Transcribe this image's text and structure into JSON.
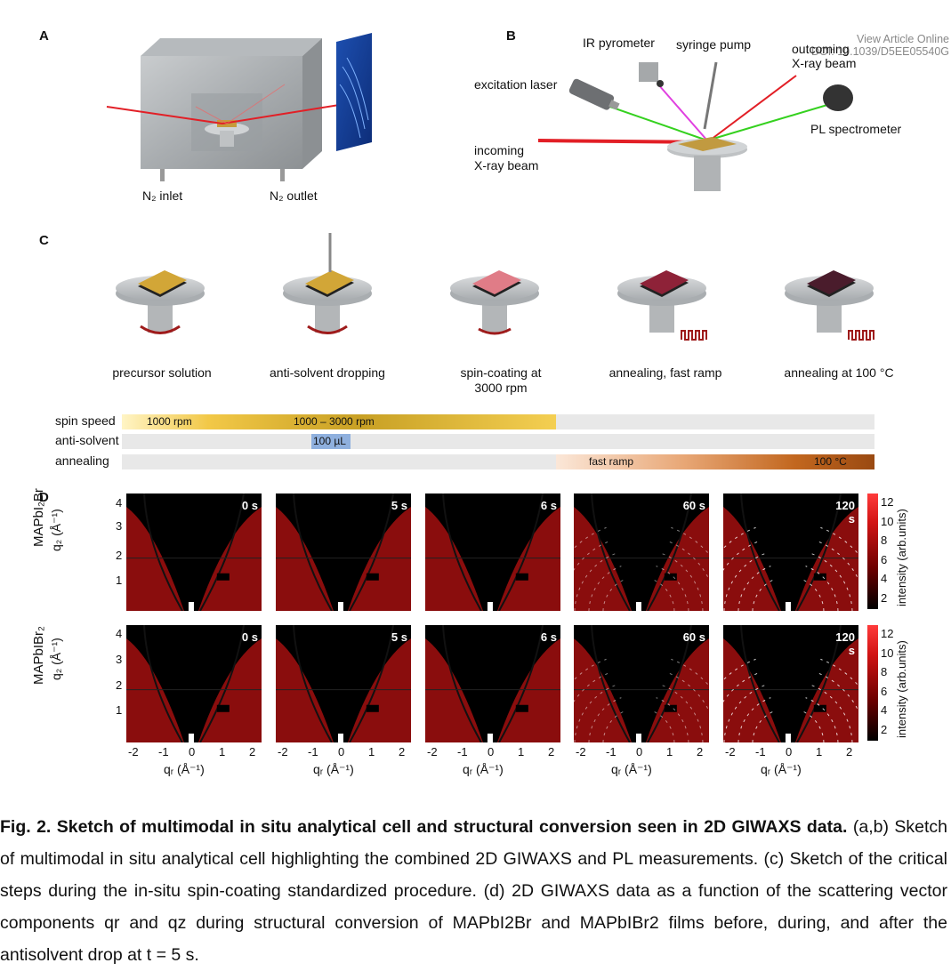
{
  "header": {
    "view_article": "View Article Online",
    "doi": "DOI: 10.1039/D5EE05540G"
  },
  "panel_a": {
    "letter": "A",
    "inlet": "N₂ inlet",
    "outlet": "N₂ outlet"
  },
  "panel_b": {
    "letter": "B",
    "ir_pyrometer": "IR pyrometer",
    "syringe_pump": "syringe pump",
    "outcoming": "outcoming",
    "xray_beam_out": "X-ray beam",
    "excitation_laser": "excitation laser",
    "incoming": "incoming",
    "xray_beam_in": "X-ray beam",
    "pl_spectrometer": "PL spectrometer"
  },
  "panel_c": {
    "letter": "C",
    "stages": [
      {
        "line1": "precursor solution",
        "line2": ""
      },
      {
        "line1": "anti-solvent dropping",
        "line2": ""
      },
      {
        "line1": "spin-coating at",
        "line2": "3000 rpm"
      },
      {
        "line1": "annealing, fast ramp",
        "line2": ""
      },
      {
        "line1": "annealing at 100 °C",
        "line2": ""
      }
    ],
    "rows": {
      "spin_speed": "spin speed",
      "anti_solvent": "anti-solvent",
      "annealing": "annealing"
    },
    "bar_text": {
      "rpm_1000": "1000 rpm",
      "rpm_range": "1000 – 3000 rpm",
      "volume": "100 µL",
      "fast_ramp": "fast ramp",
      "temp": "100 °C"
    }
  },
  "panel_d": {
    "letter": "D",
    "row_labels": [
      "MAPbI₂Br",
      "MAPbIBr₂"
    ],
    "times": [
      "0 s",
      "5 s",
      "6 s",
      "60 s",
      "120 s"
    ],
    "y_axis_label": "q₂ (Å⁻¹)",
    "y_ticks": [
      "4",
      "3",
      "2",
      "1"
    ],
    "x_ticks": [
      "-2",
      "-1",
      "0",
      "1",
      "2"
    ],
    "x_axis_label": "qᵣ (Å⁻¹)",
    "colorbar_ticks": [
      "12",
      "10",
      "8",
      "6",
      "4",
      "2"
    ],
    "colorbar_label": "intensity (arb.units)"
  },
  "caption": {
    "title": "Fig. 2. Sketch of multimodal in situ analytical cell and structural conversion seen in 2D GIWAXS data.",
    "body": "(a,b) Sketch of multimodal in situ analytical cell highlighting the combined 2D GIWAXS and PL measurements. (c) Sketch of the critical steps during the in-situ spin-coating standardized procedure. (d) 2D GIWAXS data as a function of the scattering vector components qr and qz during structural conversion of MAPbI2Br and MAPbIBr2 films before, during, and after the antisolvent drop at t = 5 s."
  }
}
